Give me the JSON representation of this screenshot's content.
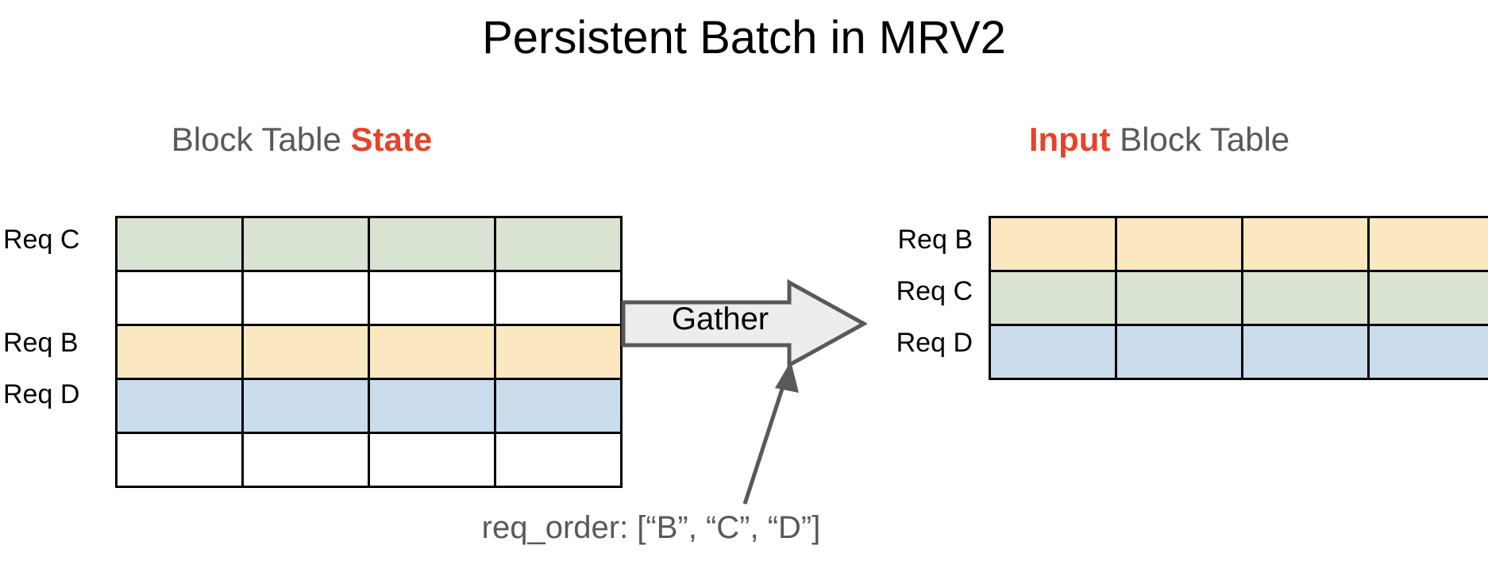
{
  "slide": {
    "title": "Persistent Batch in MRV2",
    "background_color": "#ffffff"
  },
  "colors": {
    "accent_red": "#E8422B",
    "heading_gray": "#595959",
    "cell_green": "#D9E3D2",
    "cell_yellow": "#FBE8C0",
    "cell_blue": "#CBDCEC",
    "cell_white": "#FFFFFF",
    "border_black": "#000000",
    "arrow_fill": "#EDEDED",
    "arrow_stroke": "#595959"
  },
  "left_panel": {
    "heading_prefix": "Block Table ",
    "heading_accent": "State",
    "table": {
      "columns": 4,
      "rows": [
        {
          "label": "Req C",
          "color": "#D9E3D2",
          "filled": true
        },
        {
          "label": "",
          "color": "#FFFFFF",
          "filled": false
        },
        {
          "label": "Req B",
          "color": "#FBE8C0",
          "filled": true
        },
        {
          "label": "Req D",
          "color": "#CBDCEC",
          "filled": true
        },
        {
          "label": "",
          "color": "#FFFFFF",
          "filled": false
        }
      ]
    }
  },
  "right_panel": {
    "heading_accent": "Input",
    "heading_suffix": " Block Table",
    "table": {
      "columns": 4,
      "rows": [
        {
          "label": "Req B",
          "color": "#FBE8C0",
          "filled": true
        },
        {
          "label": "Req C",
          "color": "#D9E3D2",
          "filled": true
        },
        {
          "label": "Req D",
          "color": "#CBDCEC",
          "filled": true
        }
      ]
    }
  },
  "gather": {
    "label": "Gather"
  },
  "req_order": {
    "caption": "req_order: [“B”, “C”, “D”]"
  }
}
